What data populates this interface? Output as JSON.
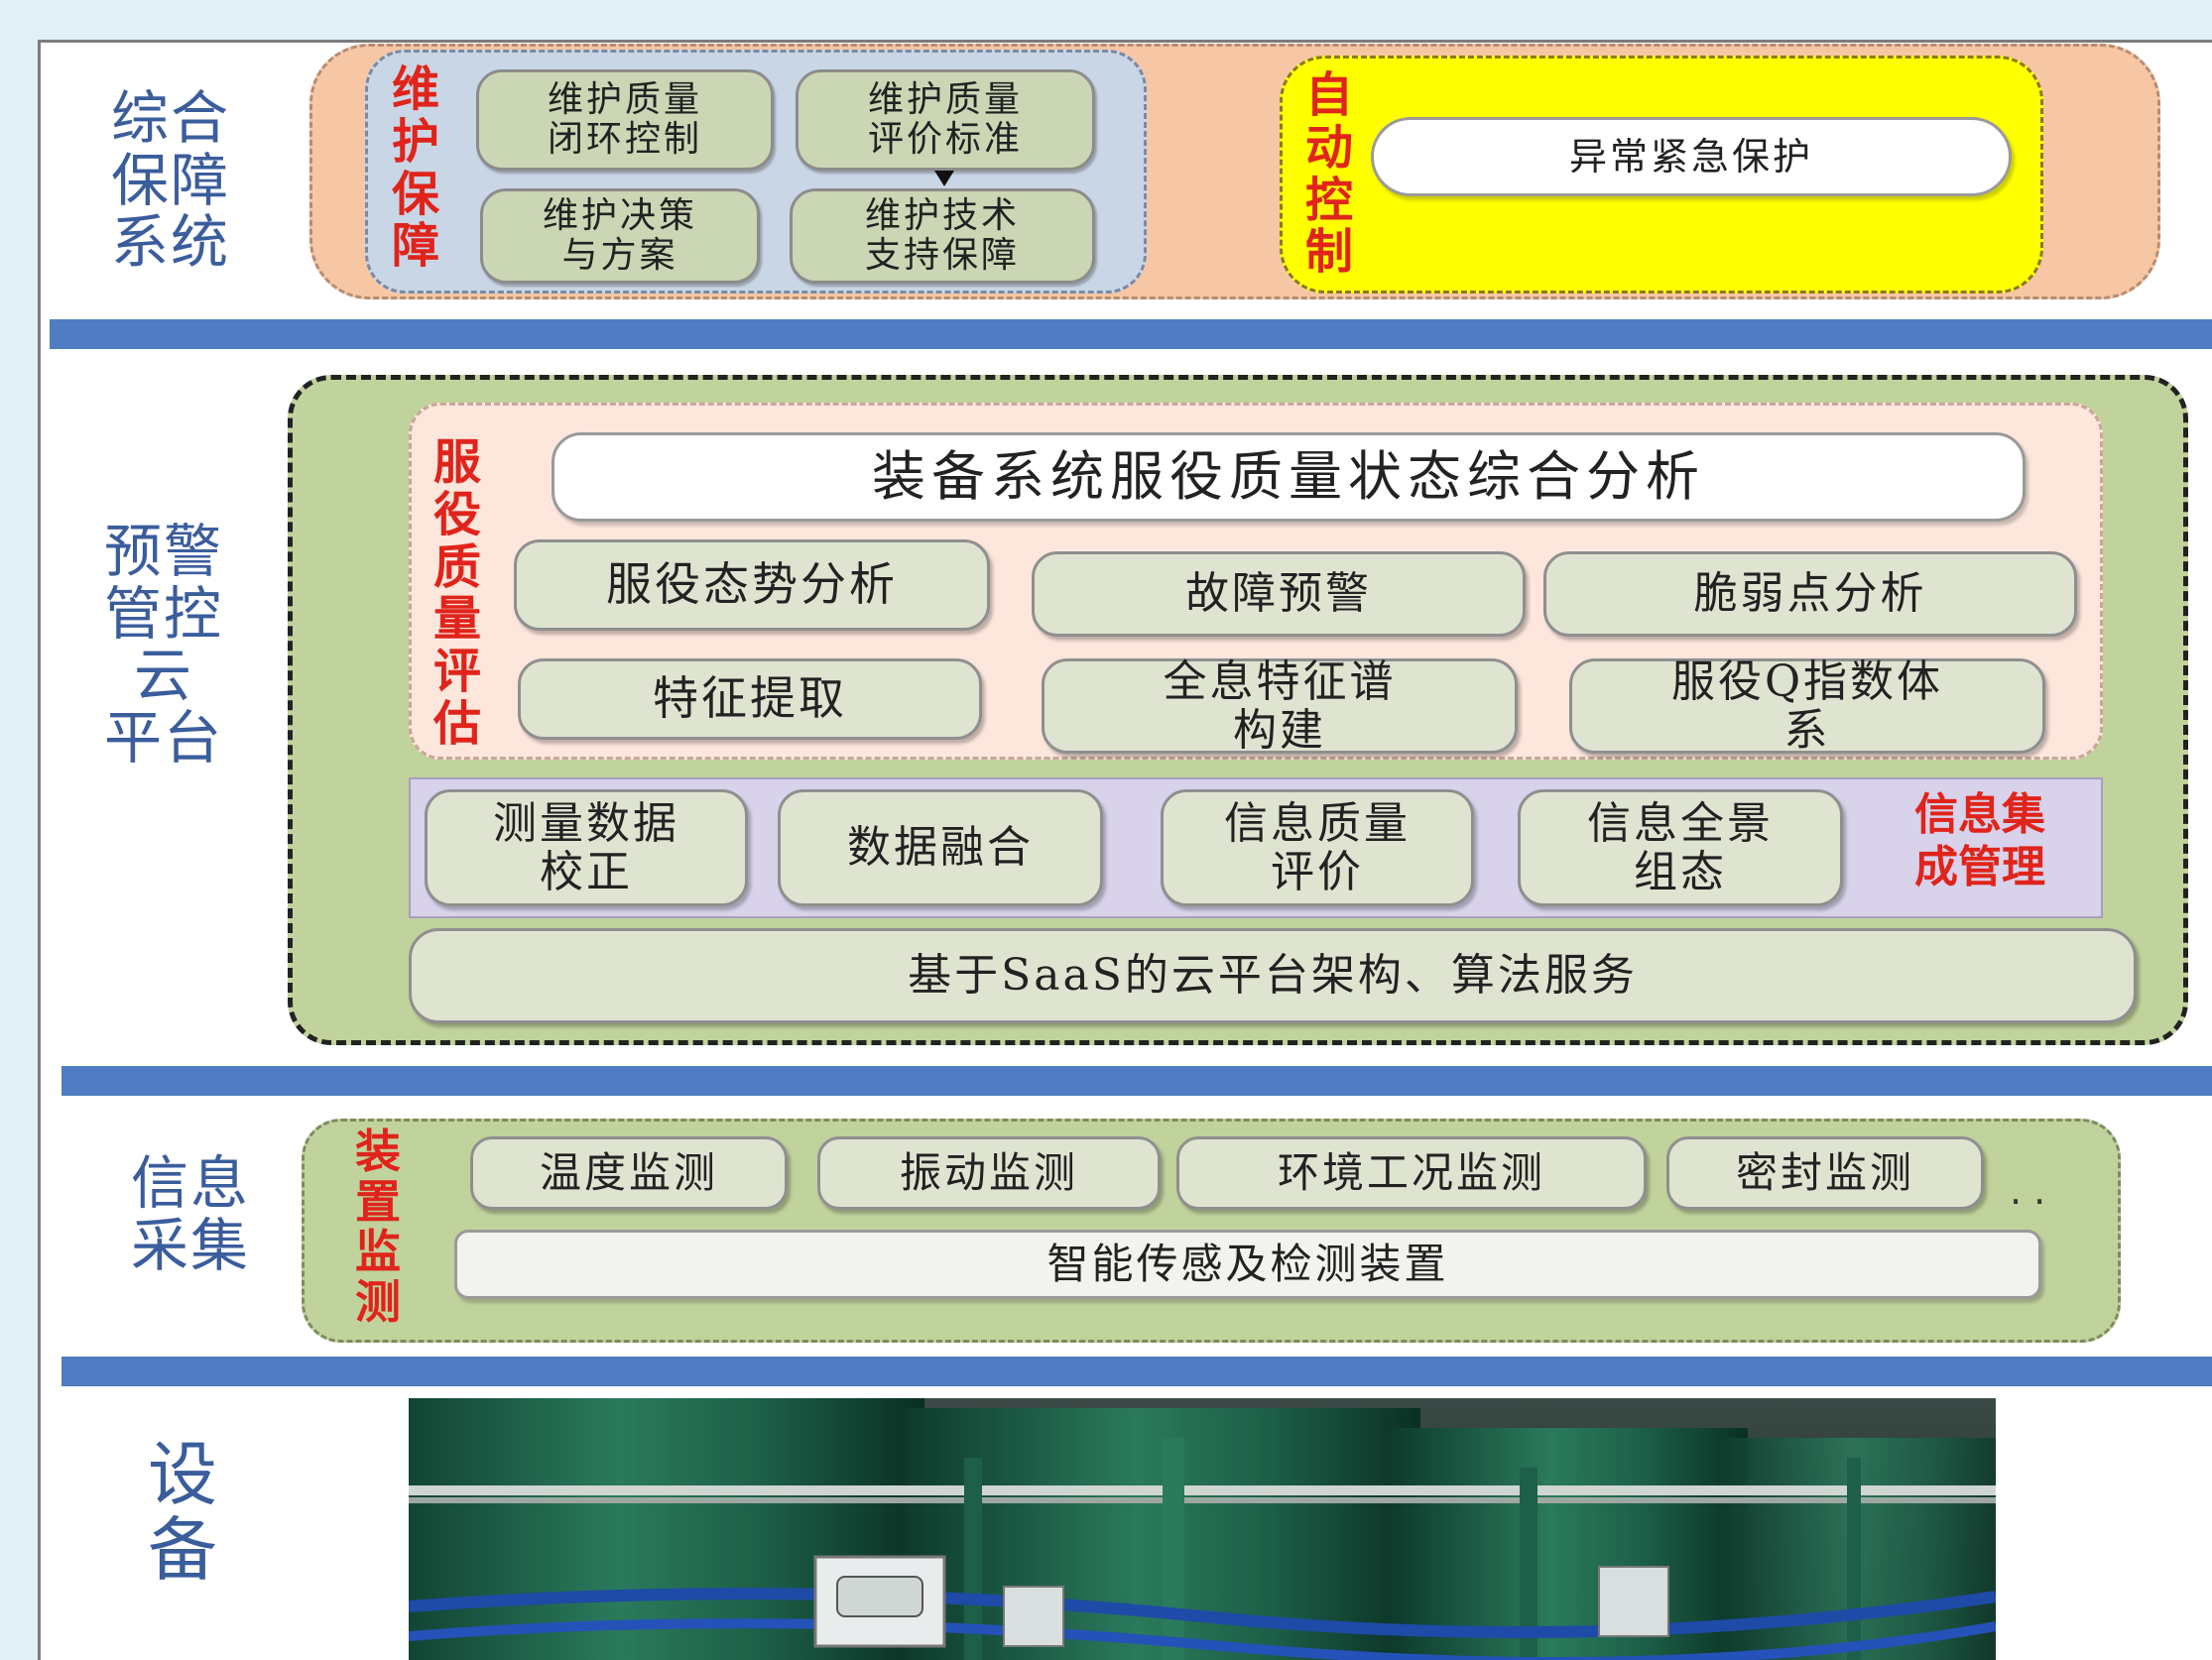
{
  "layers": {
    "support": {
      "label": "综合\n保障\n系统"
    },
    "cloud": {
      "label": "预警\n管控\n云\n平台"
    },
    "collect": {
      "label": "信息\n采集"
    },
    "device": {
      "label": "设\n备"
    }
  },
  "support": {
    "maintenance": {
      "title": "维\n护\n保\n障",
      "items": [
        "维护质量\n闭环控制",
        "维护质量\n评价标准",
        "维护决策\n与方案",
        "维护技术\n支持保障"
      ]
    },
    "auto_control": {
      "title": "自\n动\n控\n制",
      "item": "异常紧急保护"
    }
  },
  "cloud": {
    "quality_eval": {
      "title": "服\n役\n质\n量\n评\n估",
      "top": "装备系统服役质量状态综合分析",
      "row1": [
        "服役态势分析",
        "故障预警",
        "脆弱点分析"
      ],
      "row2": [
        "特征提取",
        "全息特征谱\n构建",
        "服役Q指数体\n系"
      ]
    },
    "info_mgmt": {
      "title": "信息集\n成管理",
      "items": [
        "测量数据\n校正",
        "数据融合",
        "信息质量\n评价",
        "信息全景\n组态"
      ]
    },
    "saas": "基于SaaS的云平台架构、算法服务"
  },
  "collect": {
    "title": "装\n置\n监\n测",
    "items": [
      "温度监测",
      "振动监测",
      "环境工况监测",
      "密封监测"
    ],
    "ellipsis": "· ·",
    "sensor": "智能传感及检测装置"
  },
  "colors": {
    "layer_label": "#3a5d9c",
    "divider": "#4f7cc2",
    "red_title": "#e0241b",
    "support_bg": "#f7c6a4",
    "maintenance_bg": "#c9d6e6",
    "auto_bg": "#ffff00",
    "cloud_bg": "#c0d39c",
    "quality_bg": "#fde6dc",
    "info_bg": "#d8d2ea"
  }
}
